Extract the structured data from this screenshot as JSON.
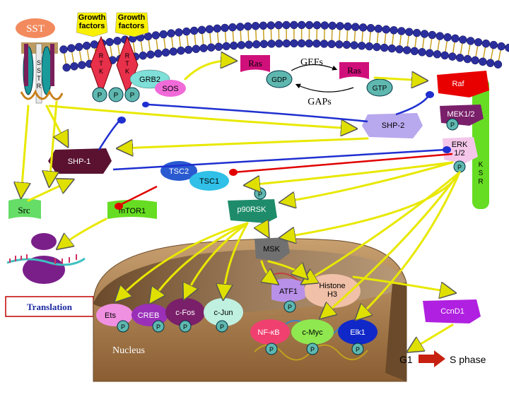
{
  "labels": {
    "sst": "SST",
    "sstr": "SSTR",
    "growth_factors_1": "Growth factors",
    "growth_factors_2": "Growth factors",
    "rtk": "RTK",
    "grb2": "GRB2",
    "sos": "SOS",
    "p": "P",
    "ras1": "Ras",
    "ras2": "Ras",
    "gdp": "GDP",
    "gtp": "GTP",
    "gefs": "GEFs",
    "gaps": "GAPs",
    "raf": "Raf",
    "mek": "MEK1/2",
    "erk": "ERK 1/2",
    "ksr": "KSR",
    "shp2": "SHP-2",
    "shp1": "SHP-1",
    "tsc2": "TSC2",
    "tsc1": "TSC1",
    "src": "Src",
    "mtor": "mTOR1",
    "p90rsk": "p90RSK",
    "msk": "MSK",
    "histone": "Histone H3",
    "atf1": "ATF1",
    "ets": "Ets",
    "creb": "CREB",
    "cfos": "c-Fos",
    "cjun": "c-Jun",
    "nfkb": "NF-κB",
    "cmyc": "c-Myc",
    "elk1": "Elk1",
    "ccnd1": "CcnD1",
    "nucleus": "Nucleus",
    "translation": "Translation",
    "g1": "G1",
    "sphase": "S phase"
  },
  "colors": {
    "membrane_head": "#2b2f9e",
    "membrane_tail": "#c8a020",
    "arrow_yellow": "#f0f000",
    "inhibit_blue": "#1f2fd0",
    "inhibit_red": "#e00000",
    "nucleus": "#b08458",
    "p_circle": "#5fb8b0"
  }
}
